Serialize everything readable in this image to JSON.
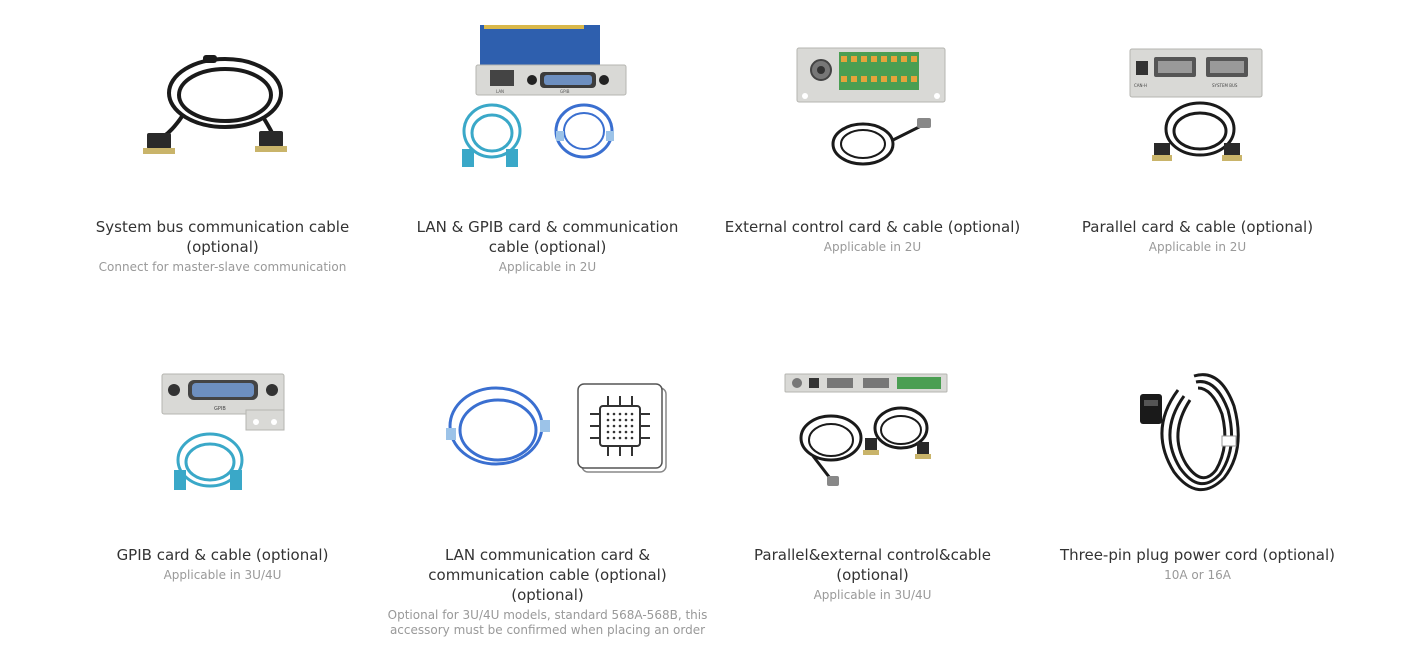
{
  "products": [
    {
      "title": "System bus communication cable (optional)",
      "desc": "Connect for master-slave communication",
      "image": "system-bus-cable-image"
    },
    {
      "title": "LAN & GPIB card & communication cable (optional)",
      "desc": "Applicable in 2U",
      "image": "lan-gpib-card-image"
    },
    {
      "title": "External control card & cable (optional)",
      "desc": "Applicable in 2U",
      "image": "external-control-card-image"
    },
    {
      "title": "Parallel card & cable (optional)",
      "desc": "Applicable in 2U",
      "image": "parallel-card-image"
    },
    {
      "title": "GPIB card & cable (optional)",
      "desc": "Applicable in 3U/4U",
      "image": "gpib-card-image"
    },
    {
      "title": "LAN communication card & communication cable (optional) (optional)",
      "desc": "Optional for 3U/4U models, standard 568A-568B, this accessory must be confirmed when placing an order",
      "image": "lan-card-chip-image"
    },
    {
      "title": "Parallel&external control&cable (optional)",
      "desc": "Applicable in 3U/4U",
      "image": "parallel-external-control-image"
    },
    {
      "title": "Three-pin plug power cord (optional)",
      "desc": "10A or 16A",
      "image": "power-cord-image"
    }
  ],
  "card_labels": {
    "lan_gpib_lan": "LAN",
    "lan_gpib_gpib": "GPIB",
    "gpib": "GPIB",
    "parallel_can": "CAN-H",
    "parallel_bus": "SYSTEM BUS"
  },
  "colors": {
    "title": "#333333",
    "desc": "#999999",
    "cable_black": "#1a1a1a",
    "cable_cyan": "#3aa8c8",
    "cable_blue": "#3a6fd0",
    "panel": "#d9d9d6",
    "pcb_blue": "#2e5fae"
  }
}
